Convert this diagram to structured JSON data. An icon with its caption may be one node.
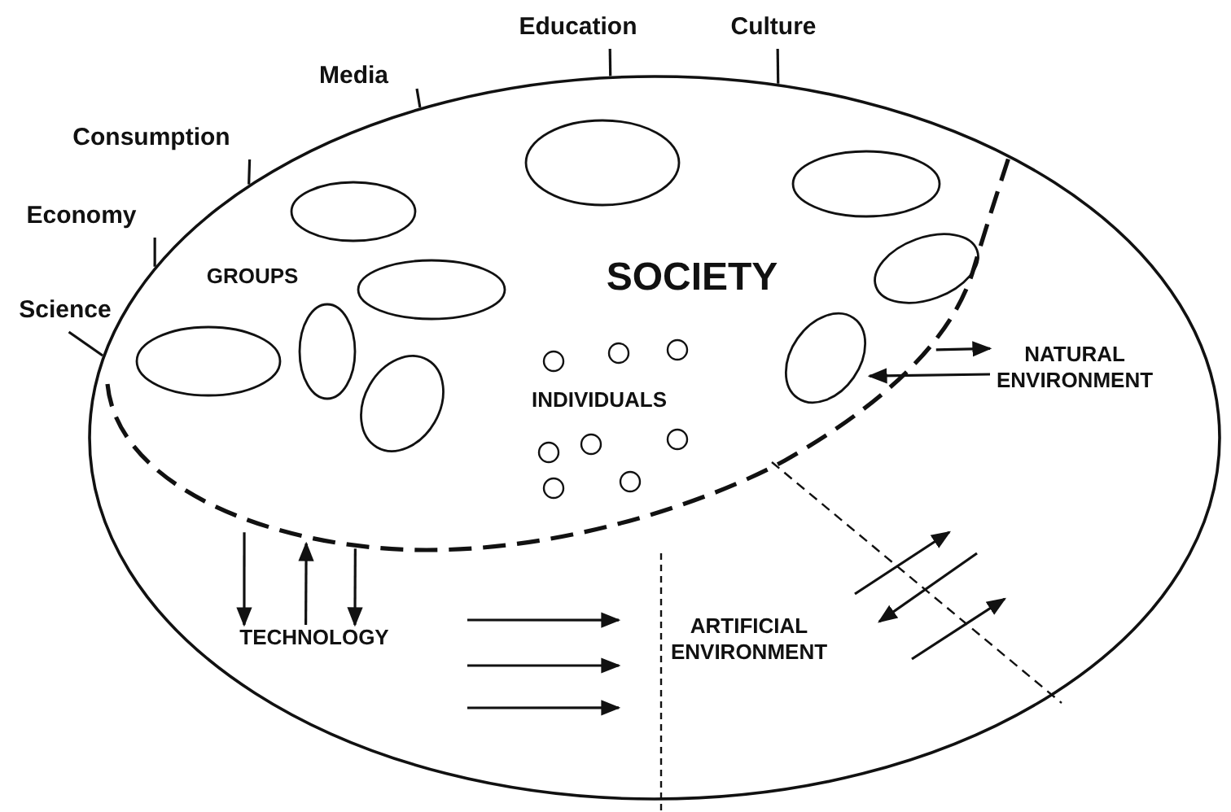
{
  "diagram": {
    "nodes": [
      {
        "text": [],
        "shape": "ellipse"
      },
      {
        "text": [
          "SOCIETY"
        ],
        "in": 0
      },
      {
        "text": [
          "TECHNOLOGY"
        ],
        "in": 0
      },
      {
        "text": [
          "ARTIFICIAL ENVIRONMENT"
        ],
        "in": 0
      },
      {
        "text": [
          "NATURAL ENVIRONMENT"
        ],
        "in": 0
      },
      {
        "text": [
          "Science"
        ]
      },
      {
        "text": [
          "Economy"
        ]
      },
      {
        "text": [
          "Consumption"
        ]
      },
      {
        "text": [
          "Media"
        ]
      },
      {
        "text": [
          "Education"
        ]
      },
      {
        "text": [
          "Culture"
        ]
      }
    ],
    "edges": [
      {
        "from": 5,
        "to": 0,
        "arrow": "none"
      },
      {
        "from": 6,
        "to": 0,
        "arrow": "none"
      },
      {
        "from": 7,
        "to": 0,
        "arrow": "none"
      },
      {
        "from": 8,
        "to": 0,
        "arrow": "none"
      },
      {
        "from": 9,
        "to": 0,
        "arrow": "none"
      },
      {
        "from": 10,
        "to": 0,
        "arrow": "none"
      },
      {
        "from": 1,
        "to": 2,
        "arrow": "to"
      },
      {
        "from": 2,
        "to": 1,
        "arrow": "to"
      },
      {
        "from": 1,
        "to": 2,
        "arrow": "to"
      },
      {
        "from": null,
        "to": 3,
        "arrow": "to"
      },
      {
        "from": null,
        "to": 3,
        "arrow": "to"
      },
      {
        "from": null,
        "to": 3,
        "arrow": "to"
      },
      {
        "from": 1,
        "to": 4,
        "arrow": "to"
      },
      {
        "from": 4,
        "to": 1,
        "arrow": "to"
      }
    ],
    "labels": [
      "GROUPS",
      "INDIVIDUALS"
    ]
  }
}
